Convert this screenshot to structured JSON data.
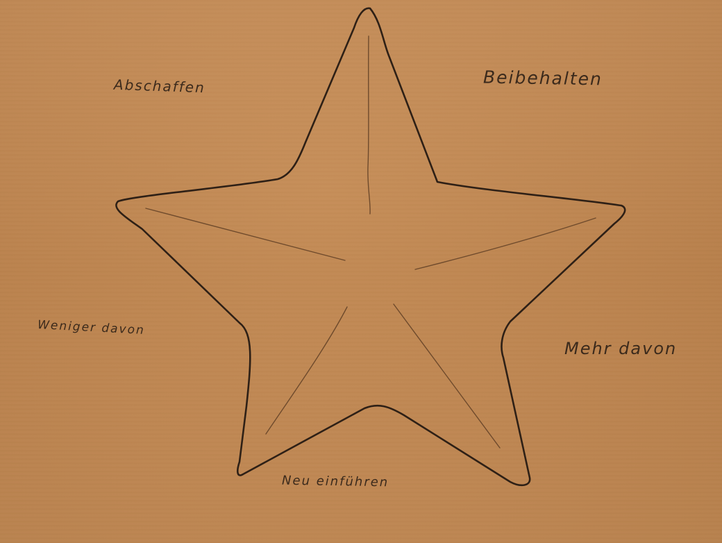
{
  "labels": {
    "abschaffen": "Abschaffen",
    "beibehalten": "Beibehalten",
    "weniger_davon": "Weniger davon",
    "mehr_davon": "Mehr davon",
    "neu_einfuehren": "Neu einführen"
  },
  "colors": {
    "paper": "#c08852",
    "ink": "#3b2a1c",
    "pencil": "#6e4a2c"
  }
}
